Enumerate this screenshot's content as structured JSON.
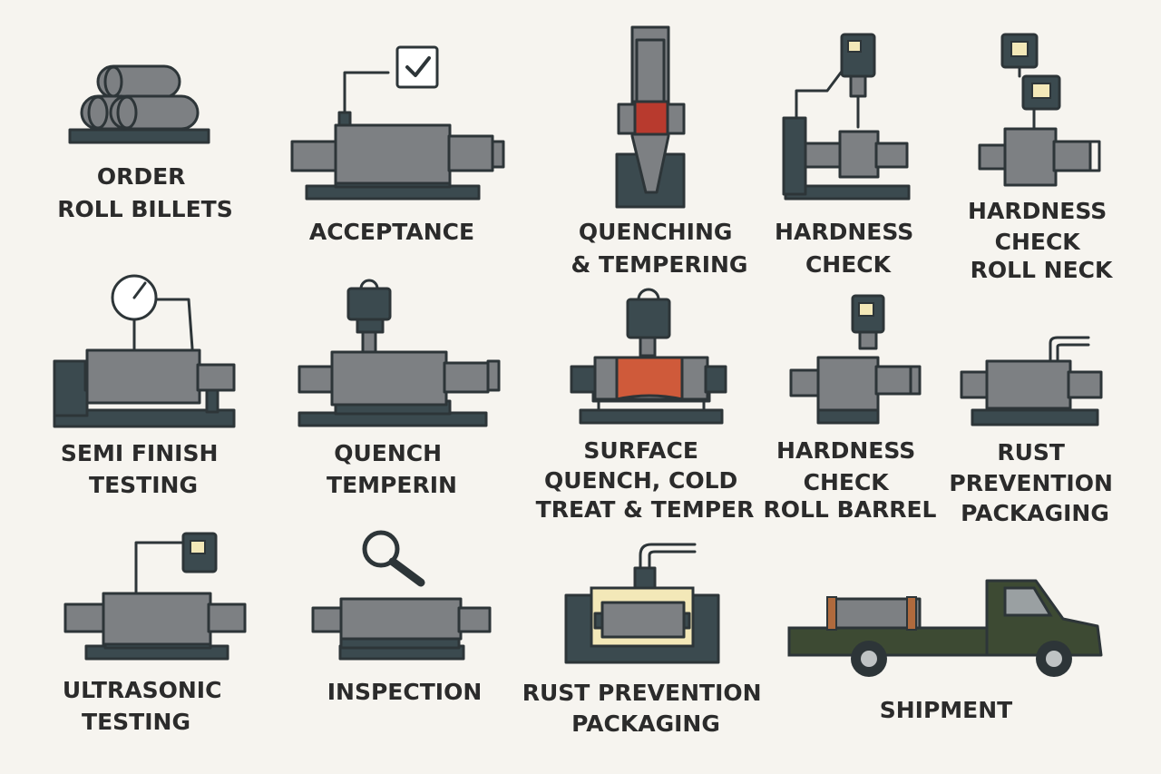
{
  "steps": [
    {
      "id": "order-roll-billets",
      "lines": [
        "ORDER",
        "ROLL BILLETS"
      ]
    },
    {
      "id": "acceptance",
      "lines": [
        "ACCEPTANCE"
      ]
    },
    {
      "id": "quenching-tempering",
      "lines": [
        "QUENCHING",
        "& TEMPERING"
      ]
    },
    {
      "id": "hardness-check-1",
      "lines": [
        "HARDNESS",
        "CHECK"
      ]
    },
    {
      "id": "hardness-check-roll-neck",
      "lines": [
        "HARDNESS",
        "CHECK",
        "ROLL NECK"
      ]
    },
    {
      "id": "semi-finish-testing",
      "lines": [
        "SEMI FINISH",
        "TESTING"
      ]
    },
    {
      "id": "quench-temperin",
      "lines": [
        "QUENCH",
        "TEMPERIN"
      ]
    },
    {
      "id": "surface-quench",
      "lines": [
        "SURFACE",
        "QUENCH, COLD",
        "TREAT & TEMPER"
      ]
    },
    {
      "id": "hardness-check-roll-barrel",
      "lines": [
        "HARDNESS",
        "CHECK",
        "ROLL BARREL"
      ]
    },
    {
      "id": "rust-prevention-packaging-1",
      "lines": [
        "RUST",
        "PREVENTION",
        "PACKAGING"
      ]
    },
    {
      "id": "ultrasonic-testing",
      "lines": [
        "ULTRASONIC",
        "TESTING"
      ]
    },
    {
      "id": "inspection",
      "lines": [
        "INSPECTION"
      ]
    },
    {
      "id": "rust-prevention-packaging-2",
      "lines": [
        "RUST PREVENTION",
        "PACKAGING"
      ]
    },
    {
      "id": "shipment",
      "lines": [
        "SHIPMENT"
      ]
    }
  ],
  "colors": {
    "background": "#f6f4ef",
    "outline": "#2d3538",
    "metal": "#7d8083",
    "base": "#3b4a4f",
    "heat_red": "#b83a2e",
    "heat_orange": "#cf5a3a",
    "screen_yellow": "#f3e8b8",
    "truck_green": "#3d4a33",
    "label": "#2b2b2b"
  }
}
